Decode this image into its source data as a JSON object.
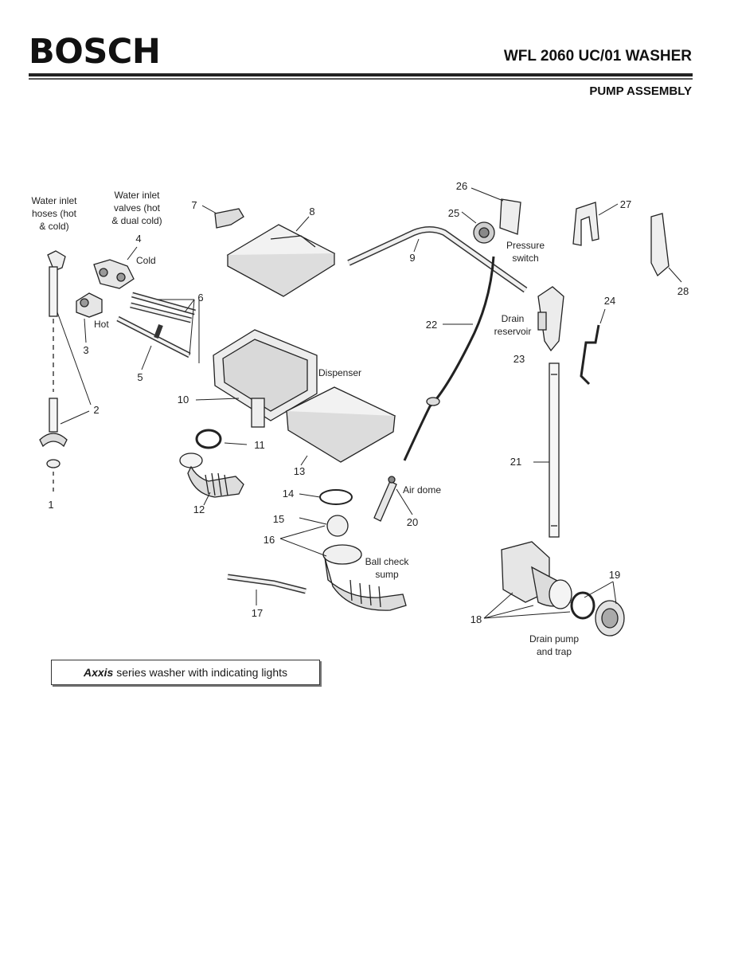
{
  "header": {
    "brand": "BOSCH",
    "model": "WFL 2060 UC/01 WASHER",
    "section": "PUMP ASSEMBLY"
  },
  "labels": {
    "water_inlet_hoses": [
      "Water inlet",
      "hoses (hot",
      "& cold)"
    ],
    "water_inlet_valves": [
      "Water inlet",
      "valves (hot",
      "& dual cold)"
    ],
    "cold": "Cold",
    "hot": "Hot",
    "pressure_switch": [
      "Pressure",
      "switch"
    ],
    "drain_reservoir": [
      "Drain",
      "reservoir"
    ],
    "dispenser": "Dispenser",
    "air_dome": "Air dome",
    "ball_check_sump": [
      "Ball check",
      "sump"
    ],
    "drain_pump_trap": [
      "Drain pump",
      "and trap"
    ]
  },
  "part_numbers": {
    "p1": "1",
    "p2": "2",
    "p3": "3",
    "p4": "4",
    "p5": "5",
    "p6": "6",
    "p7": "7",
    "p8": "8",
    "p9": "9",
    "p10": "10",
    "p11": "11",
    "p12": "12",
    "p13": "13",
    "p14": "14",
    "p15": "15",
    "p16": "16",
    "p17": "17",
    "p18": "18",
    "p19": "19",
    "p20": "20",
    "p21": "21",
    "p22": "22",
    "p23": "23",
    "p24": "24",
    "p25": "25",
    "p26": "26",
    "p27": "27",
    "p28": "28"
  },
  "note": {
    "series": "Axxis",
    "rest": " series washer with indicating lights"
  }
}
